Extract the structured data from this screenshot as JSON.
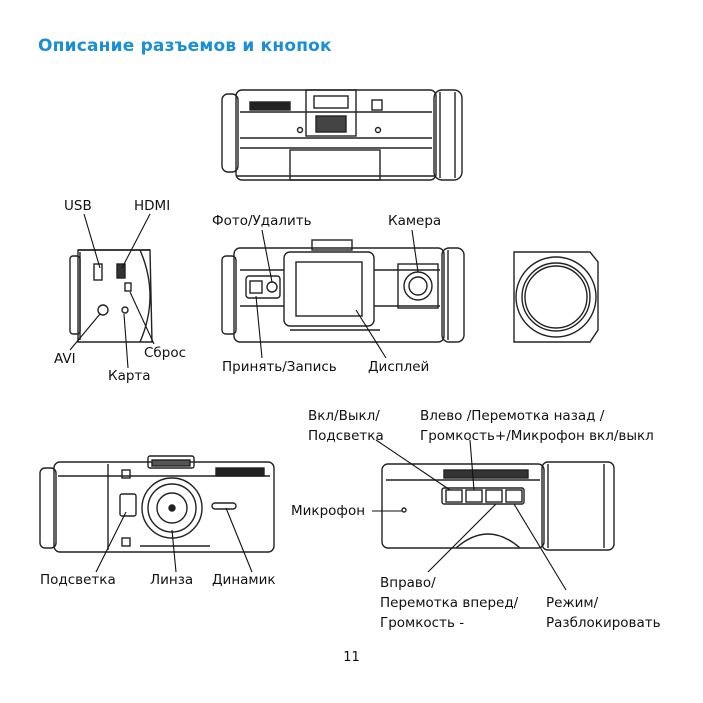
{
  "heading": "Описание разъемов и кнопок",
  "labels": {
    "usb": "USB",
    "hdmi": "HDMI",
    "avi": "AVI",
    "reset": "Сброс",
    "card": "Карта",
    "photo_delete": "Фото/Удалить",
    "camera": "Камера",
    "accept_record": "Принять/Запись",
    "display": "Дисплей",
    "power_line1": "Вкл/Выкл/",
    "power_line2": "Подсветка",
    "left_line1": "Влево /Перемотка назад /",
    "left_line2": "Громкость+/Микрофон вкл/выкл",
    "microphone": "Микрофон",
    "backlight": "Подсветка",
    "lens": "Линза",
    "speaker": "Динамик",
    "right_line1": "Вправо/",
    "right_line2": "Перемотка вперед/",
    "right_line3": "Громкость -",
    "mode_line1": "Режим/",
    "mode_line2": "Разблокировать"
  },
  "page_number": "11"
}
